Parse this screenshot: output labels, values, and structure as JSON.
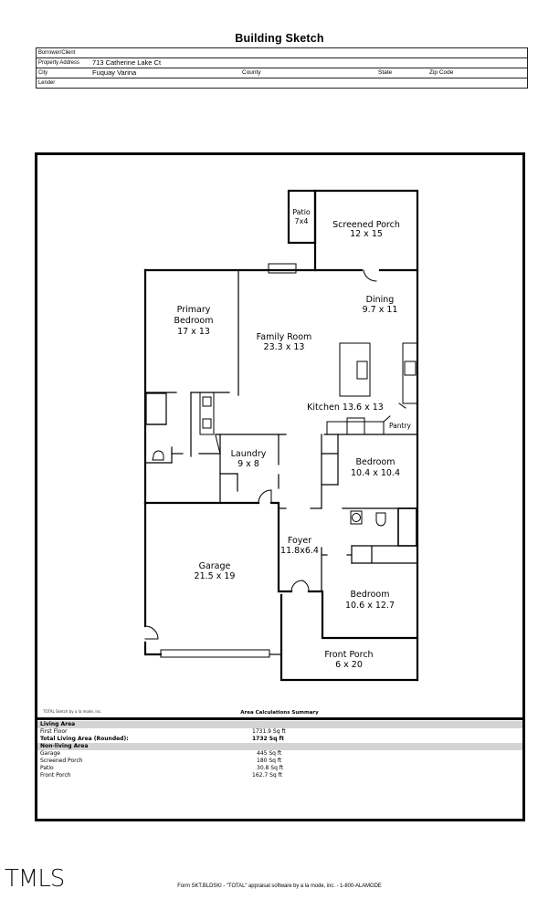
{
  "document": {
    "title": "Building Sketch",
    "header": {
      "borrower_label": "Borrower/Client",
      "borrower_value": "",
      "address_label": "Property Address",
      "address_value": "713 Catherine Lake Ct",
      "city_label": "City",
      "city_value": "Fuquay Varina",
      "county_label": "County",
      "state_label": "State",
      "zip_label": "Zip Code",
      "lender_label": "Lender"
    }
  },
  "floorplan": {
    "rooms": [
      {
        "name": "Patio",
        "dims": "7x4"
      },
      {
        "name": "Screened Porch",
        "dims": "12 x 15"
      },
      {
        "name": "Dining",
        "dims": "9.7 x 11"
      },
      {
        "name": "Primary",
        "name2": "Bedroom",
        "dims": "17 x 13"
      },
      {
        "name": "Family Room",
        "dims": "23.3 x 13"
      },
      {
        "name": "Kitchen",
        "dims": "13.6 x 13",
        "label": "Kitchen 13.6 x 13"
      },
      {
        "name": "Pantry"
      },
      {
        "name": "Laundry",
        "dims": "9 x 8"
      },
      {
        "name": "Bedroom",
        "dims": "10.4 x 10.4"
      },
      {
        "name": "Foyer",
        "dims": "11.8x6.4"
      },
      {
        "name": "Garage",
        "dims": "21.5 x 19"
      },
      {
        "name": "Bedroom",
        "dims": "10.6 x 12.7"
      },
      {
        "name": "Front Porch",
        "dims": "6 x 20"
      }
    ]
  },
  "summary": {
    "credit": "TOTAL Sketch by a la mode, inc.",
    "title": "Area Calculations Summary",
    "living_header": "Living Area",
    "living_rows": [
      {
        "label": "First Floor",
        "value": "1731.9 Sq ft"
      }
    ],
    "total_label": "Total Living Area (Rounded):",
    "total_value": "1732 Sq ft",
    "nonliving_header": "Non-living Area",
    "nonliving_rows": [
      {
        "label": "Garage",
        "value": "445 Sq ft"
      },
      {
        "label": "Screened Porch",
        "value": "180 Sq ft"
      },
      {
        "label": "Patio",
        "value": "30.8 Sq ft"
      },
      {
        "label": "Front Porch",
        "value": "162.7 Sq ft"
      }
    ]
  },
  "footer": {
    "logo": "TMLS",
    "form_text": "Form SKT.BLDSKI - \"TOTAL\" appraisal software by a la mode, inc. - 1-800-ALAMODE"
  }
}
